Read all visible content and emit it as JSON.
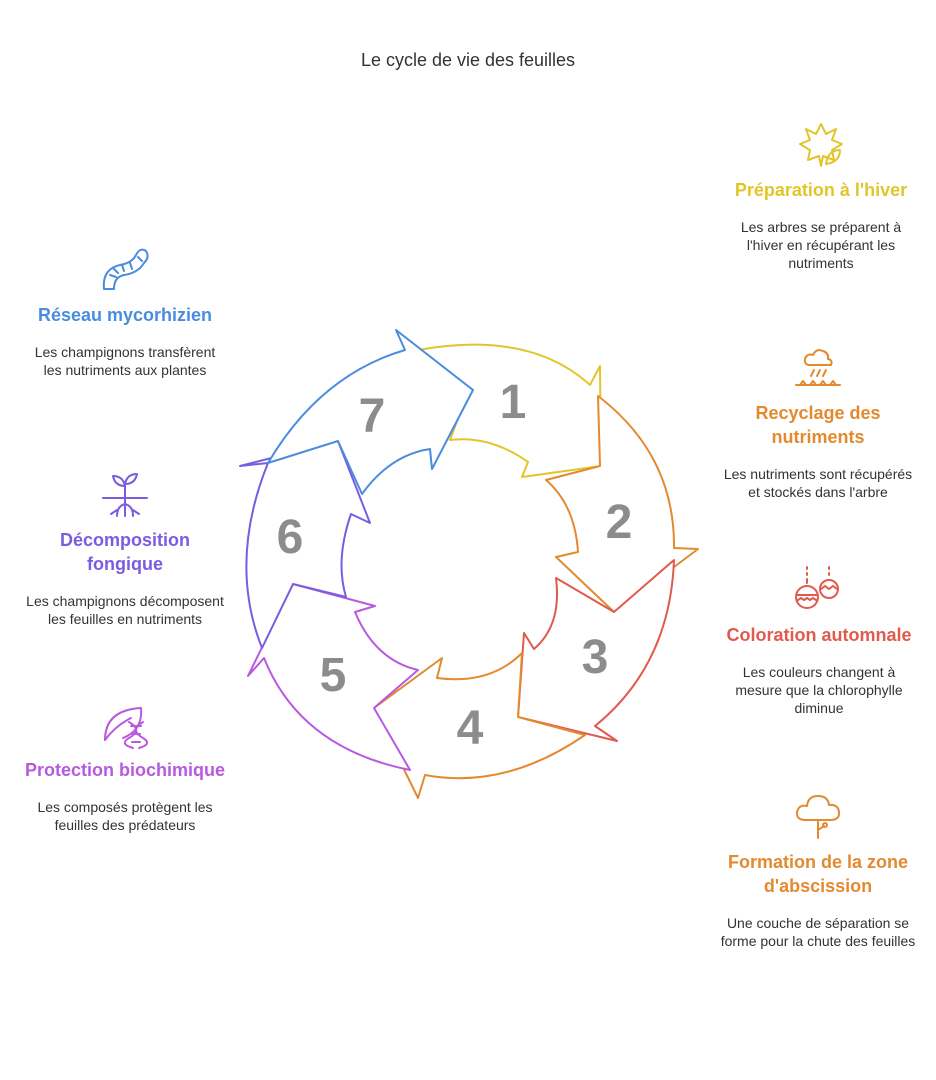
{
  "title": "Le cycle de vie des feuilles",
  "steps": [
    {
      "number": "1",
      "heading": "Préparation à l'hiver",
      "description": "Les arbres se préparent à l'hiver en récupérant les nutriments",
      "color": "#E2C52B",
      "icon": "maple-leaf-icon"
    },
    {
      "number": "2",
      "heading": "Recyclage des nutriments",
      "description": "Les nutriments sont récupérés et stockés dans l'arbre",
      "color": "#E38A2F",
      "icon": "cloud-rain-ground-icon"
    },
    {
      "number": "3",
      "heading": "Coloration automnale",
      "description": "Les couleurs changent à mesure que la chlorophylle diminue",
      "color": "#E05A4E",
      "icon": "ornaments-icon"
    },
    {
      "number": "4",
      "heading": "Formation de la zone d'abscission",
      "description": "Une couche de séparation se forme pour la chute des feuilles",
      "color": "#E38A2F",
      "icon": "tree-icon"
    },
    {
      "number": "5",
      "heading": "Protection biochimique",
      "description": "Les composés protègent les feuilles des prédateurs",
      "color": "#B859E0",
      "icon": "leaf-dna-icon"
    },
    {
      "number": "6",
      "heading": "Décomposition fongique",
      "description": "Les champignons décomposent les feuilles en nutriments",
      "color": "#7A5CE0",
      "icon": "sprout-roots-icon"
    },
    {
      "number": "7",
      "heading": "Réseau mycorhizien",
      "description": "Les champignons transfèrent les nutriments aux plantes",
      "color": "#4A8CE0",
      "icon": "worm-icon"
    }
  ]
}
